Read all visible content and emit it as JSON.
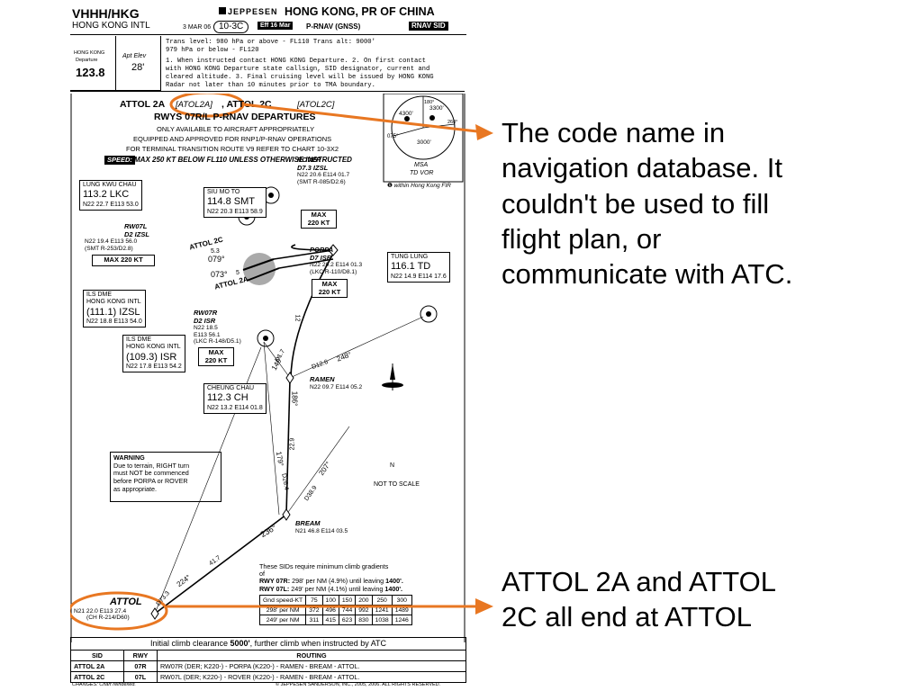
{
  "header": {
    "icao": "VHHH/HKG",
    "airport": "HONG KONG INTL",
    "publisher": "JEPPESEN",
    "city": "HONG KONG, PR OF CHINA",
    "date": "3 MAR 06",
    "chart_no": "10-3C",
    "eff": "Eff 16 Mar",
    "nav_type": "P-RNAV (GNSS)",
    "chart_type": "RNAV SID"
  },
  "info": {
    "freq_label1": "HONG KONG",
    "freq_label2": "Departure",
    "freq": "123.8",
    "elev_label": "Apt Elev",
    "elev": "28'",
    "notes": [
      "Trans level:  980 hPa or above - FL110                     Trans alt: 9000'",
      "                     979 hPa or below - FL120",
      "1. When instructed contact HONG KONG Departure.      2. On first contact",
      "with HONG KONG Departure state callsign, SID designator, current and",
      "cleared altitude.    3. Final cruising level will be issued by HONG KONG",
      "Radar not later than 10 minutes prior to TMA boundary."
    ]
  },
  "title": {
    "line1a": "ATTOL 2A",
    "line1b": "[ATOL2A]",
    "line1c": ", ATTOL 2C",
    "line1d": "[ATOL2C]",
    "line2": "RWYS 07R/L P-RNAV DEPARTURES",
    "line3": "ONLY AVAILABLE TO AIRCRAFT APPROPRIATELY",
    "line4": "EQUIPPED AND APPROVED FOR RNP1/P-RNAV OPERATIONS",
    "line5": "FOR TERMINAL TRANSITION ROUTE V9 REFER TO CHART 10-3X2",
    "speed_tag": "SPEED:",
    "speed_text": "MAX 250 KT BELOW FL110 UNLESS OTHERWISE INSTRUCTED"
  },
  "msa": {
    "alt_n": "4300'",
    "alt_ne": "3300'",
    "alt_s": "3000'",
    "brg1": "075°",
    "brg2": "180°",
    "brg3": "260°",
    "label1": "MSA",
    "label2": "TD VOR",
    "footnote": "within Hong Kong FIR"
  },
  "navaids": {
    "lkc": {
      "name": "LUNG KWU CHAU",
      "freq": "113.2",
      "id": "LKC",
      "coord": "N22 22.7 E113 53.0"
    },
    "smt": {
      "name": "SIU MO TO",
      "freq": "114.8",
      "id": "SMT",
      "coord": "N22 20.3 E113 58.9"
    },
    "td": {
      "name": "TUNG LUNG",
      "freq": "116.1",
      "id": "TD",
      "coord": "N22 14.9 E114 17.6"
    },
    "izsl": {
      "name1": "ILS DME",
      "name2": "HONG KONG INTL",
      "freq": "(111.1)",
      "id": "IZSL",
      "coord": "N22 18.8 E113 54.0"
    },
    "isr": {
      "name1": "ILS DME",
      "name2": "HONG KONG INTL",
      "freq": "(109.3)",
      "id": "ISR",
      "coord": "N22 17.8 E113 54.2"
    },
    "ch": {
      "name": "CHEUNG CHAU",
      "freq": "112.3",
      "id": "CH",
      "coord": "N22 13.2 E114 01.8"
    }
  },
  "fixes": {
    "rover": {
      "name": "ROVER",
      "sub": "D7.3 IZSL",
      "coord": "N22 20.6 E114 01.7",
      "ref": "(SMT R-085/D2.6)",
      "max1": "MAX",
      "max2": "220 KT"
    },
    "rw07l": {
      "name": "RW07L",
      "sub": "D2 IZSL",
      "coord": "N22 19.4 E113 56.0",
      "ref": "(SMT R-253/D2.8)",
      "max": "MAX  220 KT"
    },
    "porpa": {
      "name": "PORPA",
      "sub": "D7 ISR",
      "coord": "N22 20.2 E114 01.3",
      "ref": "(LKC R-110/D8.1)",
      "max1": "MAX",
      "max2": "220 KT"
    },
    "rw07r": {
      "name": "RW07R",
      "sub": "D2 ISR",
      "coord1": "N22 18.5",
      "coord2": "E113 56.1",
      "ref": "(LKC R-148/D5.1)",
      "max1": "MAX",
      "max2": "220 KT"
    },
    "ramen": {
      "name": "RAMEN",
      "coord": "N22 09.7 E114 05.2"
    },
    "bream": {
      "name": "BREAM",
      "coord": "N21 46.8 E114 03.5"
    },
    "attol": {
      "name": "ATTOL",
      "coord": "N21 22.0 E113 27.4",
      "ref": "(CH R-214/D60)"
    }
  },
  "route_labels": {
    "attol2c": "ATTOL 2C",
    "attol2a": "ATTOL 2A",
    "c_dist": "5.3",
    "c_brg": "079°",
    "a_brg": "073°",
    "a_dist": "5",
    "d12": "12",
    "d17": "D1.7",
    "brg140": "140°",
    "d126": "D12.6",
    "brg248": "248°",
    "brg186": "186°",
    "d229": "22.9",
    "brg179": "179°",
    "d264": "D26.4",
    "d389": "D38.9",
    "brg207": "207°",
    "brg236": "236°",
    "d417": "41.7",
    "brg224": "224°",
    "d073": "D73.3"
  },
  "warning": {
    "title": "WARNING",
    "lines": [
      "Due to terrain, RIGHT turn",
      "must NOT be commenced",
      "before PORPA or ROVER",
      "as appropriate."
    ]
  },
  "north": {
    "n": "N",
    "scale": "NOT TO SCALE"
  },
  "gradient": {
    "intro1": "These SIDs require minimum climb gradients",
    "intro2": "of",
    "rwy07r_a": "RWY 07R:",
    "rwy07r_b": " 298' per NM (4.9%) until leaving ",
    "rwy07r_c": "1400'.",
    "rwy07l_a": "RWY 07L:",
    "rwy07l_b": " 249' per NM (4.1%) until leaving ",
    "rwy07l_c": "1400'.",
    "rows": [
      [
        "Gnd speed-KT",
        "75",
        "100",
        "150",
        "200",
        "250",
        "300"
      ],
      [
        "298' per NM",
        "372",
        "496",
        "744",
        "992",
        "1241",
        "1489"
      ],
      [
        "249' per NM",
        "311",
        "415",
        "623",
        "830",
        "1038",
        "1246"
      ]
    ]
  },
  "clearance": {
    "pre": "Initial climb clearance ",
    "alt": "5000'",
    "post": ", further climb when instructed by ATC"
  },
  "routes": {
    "headers": [
      "SID",
      "RWY",
      "ROUTING"
    ],
    "rows": [
      [
        "ATTOL 2A",
        "07R",
        "RW07R (DER; K220-) - PORPA (K220-) - RAMEN - BREAM - ATTOL."
      ],
      [
        "ATTOL 2C",
        "07L",
        "RW07L (DER; K220-) - ROVER (K220-) - RAMEN - BREAM - ATTOL."
      ]
    ]
  },
  "footer": {
    "changes": "CHANGES: Chart reindexed.",
    "copyright": "© JEPPESEN SANDERSON, INC., 2005, 2006. ALL RIGHTS RESERVED."
  },
  "annotations": {
    "top": [
      "The code name in",
      "navigation database. It",
      "couldn't be used to fill",
      "flight plan, or",
      "communicate with ATC."
    ],
    "bottom": [
      "ATTOL 2A and ATTOL",
      "2C all end at ATTOL"
    ]
  },
  "colors": {
    "accent": "#e87722",
    "ink": "#000000"
  }
}
